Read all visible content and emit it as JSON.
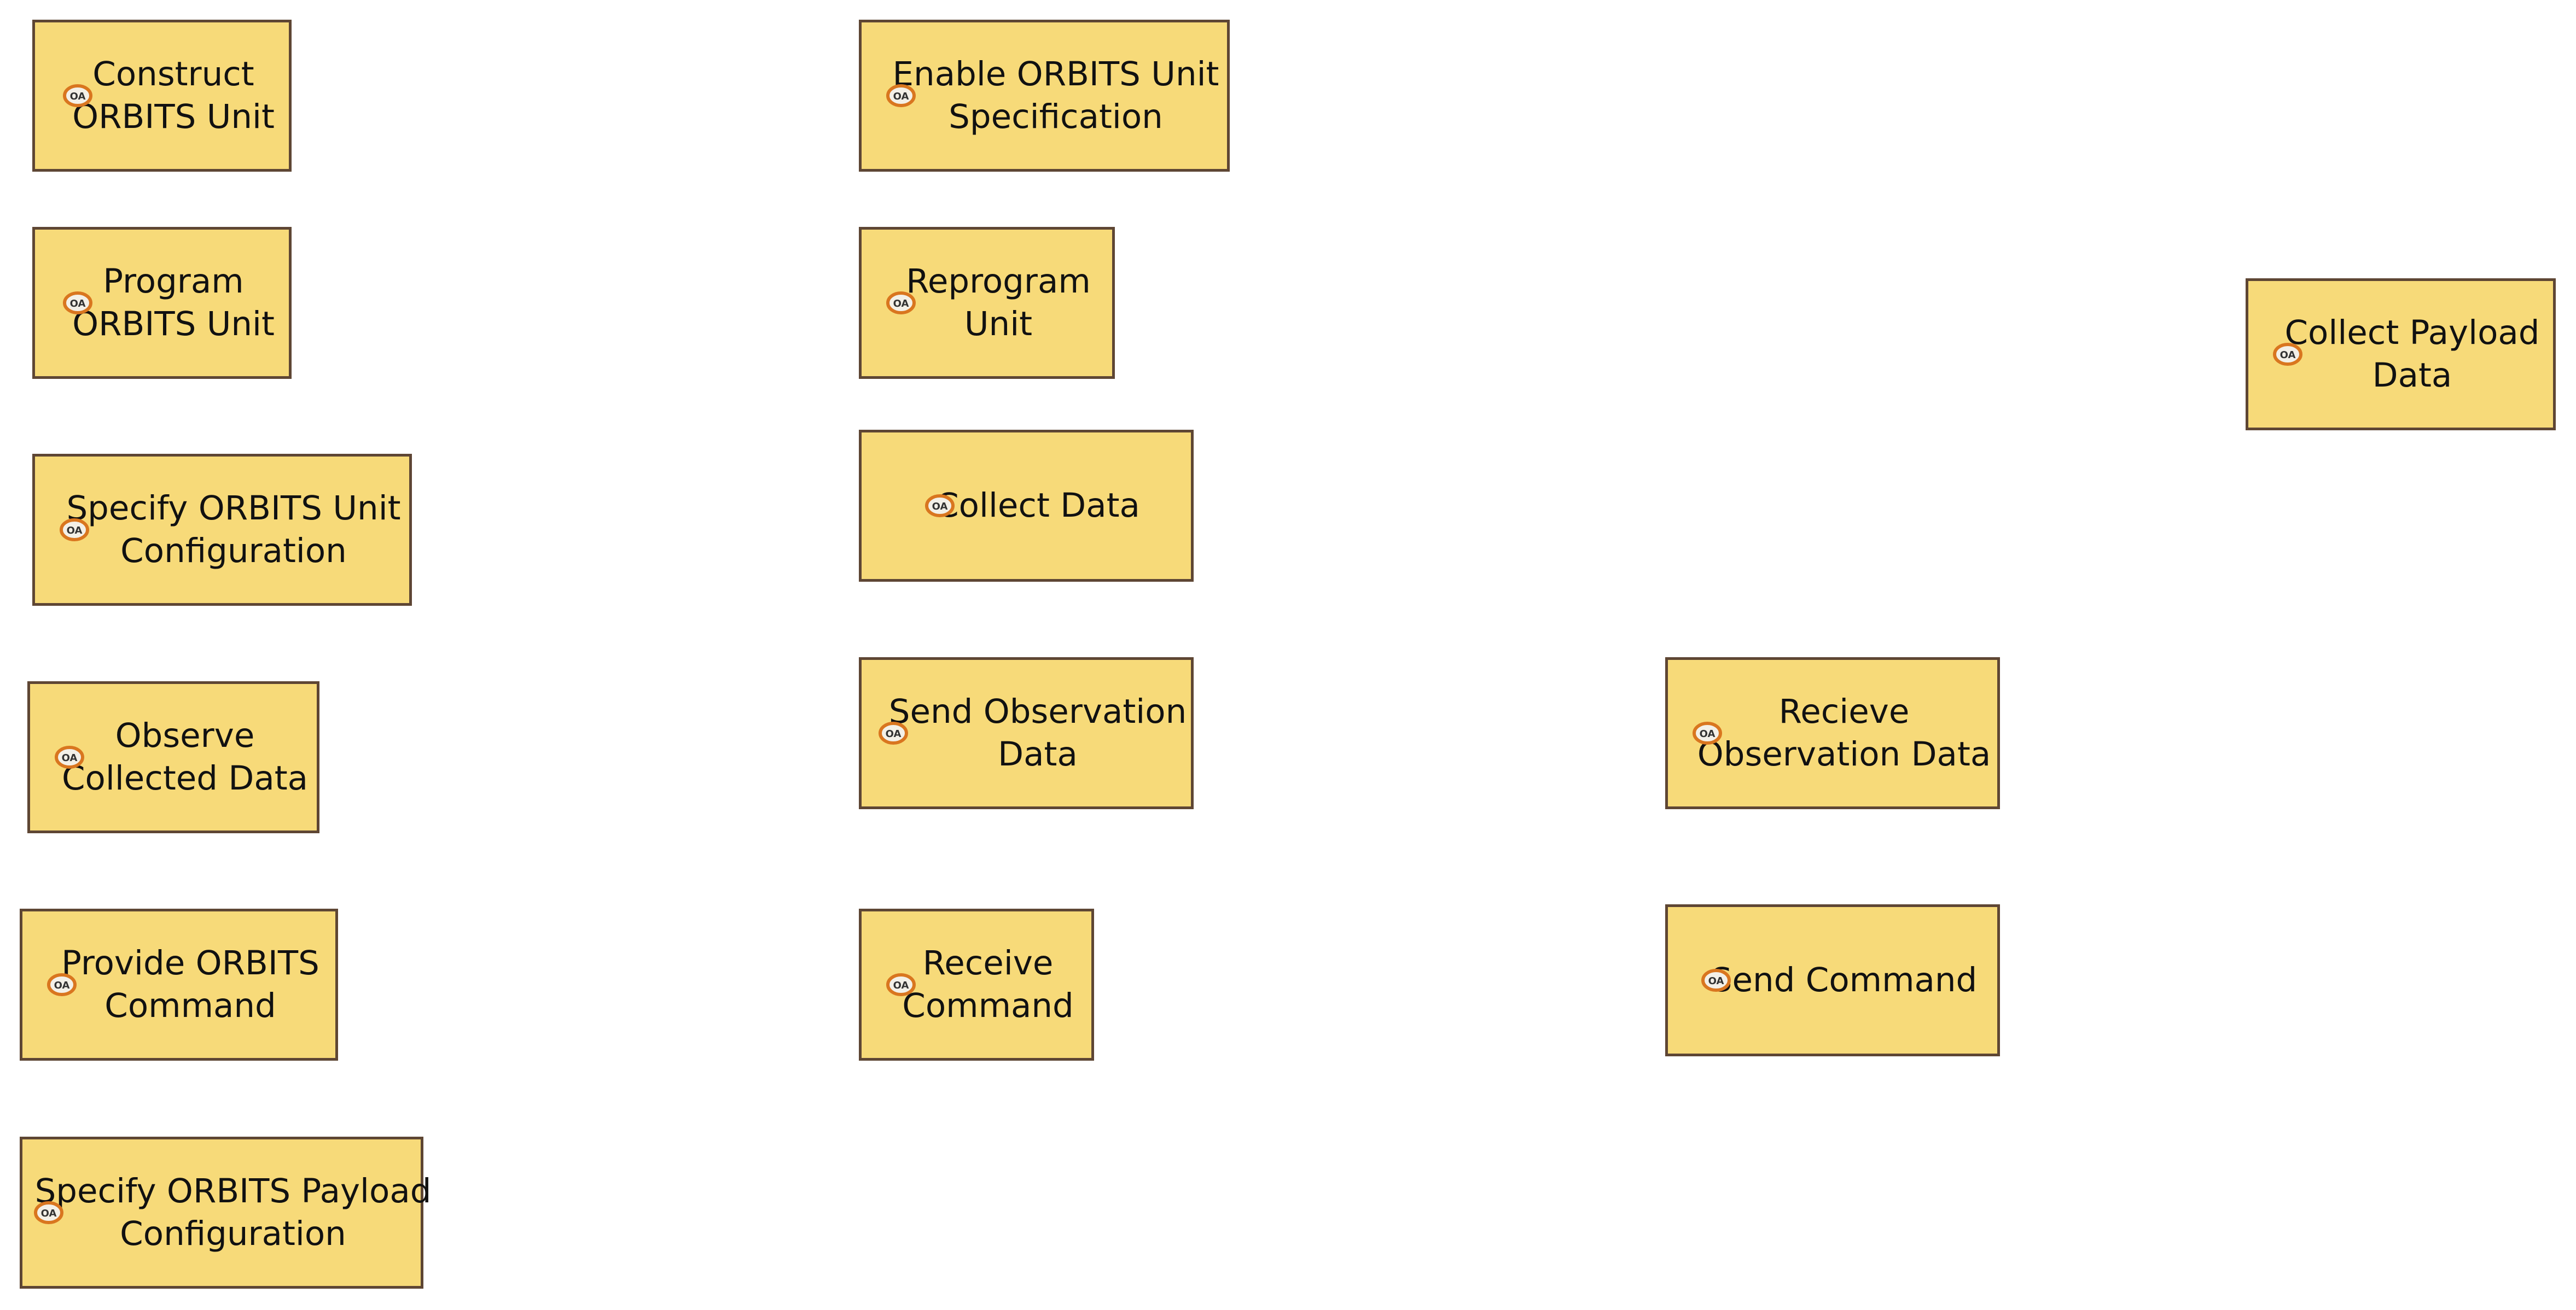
{
  "diagram": {
    "nodes": [
      {
        "id": "construct-orbits-unit",
        "lines": [
          "Construct",
          "ORBITS Unit"
        ],
        "icon": "operational-activity-icon"
      },
      {
        "id": "enable-orbits-unit-specification",
        "lines": [
          "Enable ORBITS Unit",
          "Specification"
        ],
        "icon": "operational-activity-icon"
      },
      {
        "id": "program-orbits-unit",
        "lines": [
          "Program",
          "ORBITS Unit"
        ],
        "icon": "operational-activity-icon"
      },
      {
        "id": "reprogram-unit",
        "lines": [
          "Reprogram",
          "Unit"
        ],
        "icon": "operational-activity-icon"
      },
      {
        "id": "collect-payload-data",
        "lines": [
          "Collect Payload",
          "Data"
        ],
        "icon": "operational-activity-icon"
      },
      {
        "id": "specify-orbits-unit-configuration",
        "lines": [
          "Specify ORBITS Unit",
          "Configuration"
        ],
        "icon": "operational-activity-icon"
      },
      {
        "id": "collect-data",
        "lines": [
          "Collect Data"
        ],
        "icon": "operational-activity-icon"
      },
      {
        "id": "observe-collected-data",
        "lines": [
          "Observe",
          "Collected Data"
        ],
        "icon": "operational-activity-icon"
      },
      {
        "id": "send-observation-data",
        "lines": [
          "Send Observation",
          "Data"
        ],
        "icon": "operational-activity-icon"
      },
      {
        "id": "recieve-observation-data",
        "lines": [
          "Recieve",
          "Observation Data"
        ],
        "icon": "operational-activity-icon"
      },
      {
        "id": "provide-orbits-command",
        "lines": [
          "Provide ORBITS",
          "Command"
        ],
        "icon": "operational-activity-icon"
      },
      {
        "id": "receive-command",
        "lines": [
          "Receive",
          "Command"
        ],
        "icon": "operational-activity-icon"
      },
      {
        "id": "send-command",
        "lines": [
          "Send Command"
        ],
        "icon": "operational-activity-icon"
      },
      {
        "id": "specify-orbits-payload-configuration",
        "lines": [
          "Specify ORBITS Payload",
          "Configuration"
        ],
        "icon": "operational-activity-icon"
      }
    ],
    "colors": {
      "box_fill": "#f7da79",
      "box_border": "#5e4634",
      "icon_ring": "#d9761f",
      "icon_fill": "#f3f0e8"
    }
  }
}
